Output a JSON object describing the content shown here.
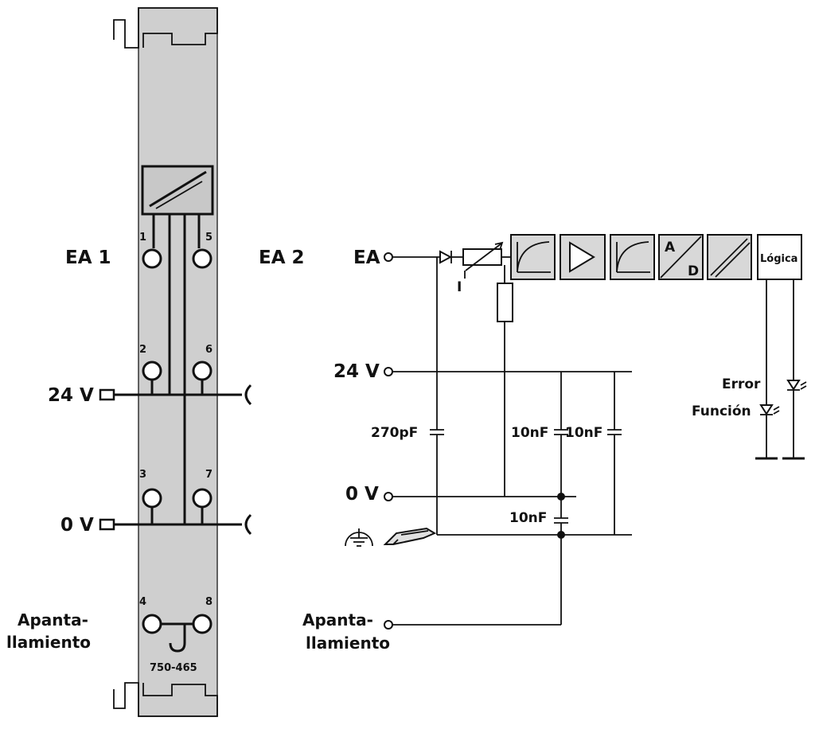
{
  "module": {
    "part_number": "750-465",
    "left_label_ea1": "EA 1",
    "left_label_ea2": "EA 2",
    "terminals": [
      "1",
      "2",
      "3",
      "4",
      "5",
      "6",
      "7",
      "8"
    ],
    "left_24v": "24 V",
    "left_0v": "0 V",
    "left_shield_line1": "Apanta-",
    "left_shield_line2": "llamiento"
  },
  "schematic": {
    "input_label": "EA",
    "current_label": "I",
    "supply_24v": "24 V",
    "supply_0v": "0 V",
    "cap_270pf": "270pF",
    "cap_10nf_a": "10nF",
    "cap_10nf_b": "10nF",
    "cap_10nf_c": "10nF",
    "ad_a": "A",
    "ad_d": "D",
    "logic_label": "Lógica",
    "error_label": "Error",
    "function_label": "Función",
    "shield_line1": "Apanta-",
    "shield_line2": "llamiento"
  }
}
